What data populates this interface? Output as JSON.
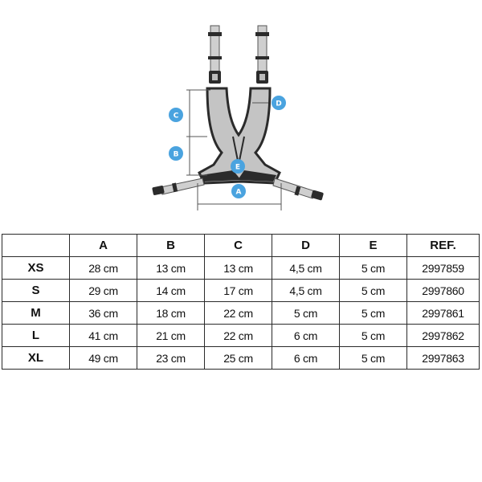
{
  "diagram": {
    "callouts": [
      {
        "letter": "A",
        "color": "#4aa3df"
      },
      {
        "letter": "B",
        "color": "#4aa3df"
      },
      {
        "letter": "C",
        "color": "#4aa3df"
      },
      {
        "letter": "D",
        "color": "#4aa3df"
      },
      {
        "letter": "E",
        "color": "#4aa3df"
      }
    ],
    "strap_color": "#c9c9c9",
    "pad_color": "#bfbfbf",
    "dark_color": "#2b2b2b"
  },
  "table": {
    "corner": "",
    "headers": [
      "A",
      "B",
      "C",
      "D",
      "E",
      "REF."
    ],
    "rows": [
      {
        "size": "XS",
        "cells": [
          "28 cm",
          "13 cm",
          "13 cm",
          "4,5 cm",
          "5 cm",
          "2997859"
        ]
      },
      {
        "size": "S",
        "cells": [
          "29 cm",
          "14 cm",
          "17 cm",
          "4,5 cm",
          "5 cm",
          "2997860"
        ]
      },
      {
        "size": "M",
        "cells": [
          "36 cm",
          "18 cm",
          "22 cm",
          "5 cm",
          "5 cm",
          "2997861"
        ]
      },
      {
        "size": "L",
        "cells": [
          "41 cm",
          "21 cm",
          "22 cm",
          "6 cm",
          "5 cm",
          "2997862"
        ]
      },
      {
        "size": "XL",
        "cells": [
          "49 cm",
          "23 cm",
          "25 cm",
          "6 cm",
          "5 cm",
          "2997863"
        ]
      }
    ]
  }
}
